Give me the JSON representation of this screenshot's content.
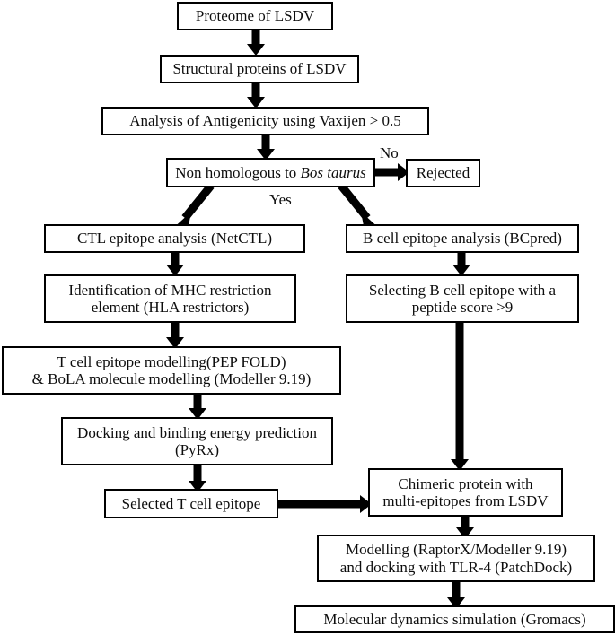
{
  "diagram": {
    "title": "LSDV multi-epitope vaccine design workflow",
    "line_color": "#000000",
    "box_fill": "#ffffff",
    "nodes": [
      {
        "id": "proteome",
        "label": "Proteome of LSDV"
      },
      {
        "id": "structural",
        "label": "Structural proteins  of LSDV"
      },
      {
        "id": "antigenicity",
        "label": "Analysis of Antigenicity using Vaxijen > 0.5"
      },
      {
        "id": "nonhomologous",
        "label_pre": "Non homologous to ",
        "label_italic": "Bos taurus"
      },
      {
        "id": "rejected",
        "label": "Rejected"
      },
      {
        "id": "ctl",
        "label": "CTL epitope analysis (NetCTL)"
      },
      {
        "id": "bcell",
        "label": "B cell epitope analysis (BCpred)"
      },
      {
        "id": "mhc",
        "line1": "Identification of MHC restriction",
        "line2": "element (HLA restrictors)"
      },
      {
        "id": "selectb",
        "line1": "Selecting B cell epitope with a",
        "line2": "peptide score >9"
      },
      {
        "id": "tcellmodel",
        "line1": "T cell epitope modelling(PEP FOLD)",
        "line2": "& BoLA molecule modelling (Modeller 9.19)"
      },
      {
        "id": "docking",
        "line1": "Docking and binding energy prediction",
        "line2": "(PyRx)"
      },
      {
        "id": "selectedt",
        "label": "Selected T cell epitope"
      },
      {
        "id": "chimeric",
        "line1": "Chimeric protein with",
        "line2": "multi-epitopes from LSDV"
      },
      {
        "id": "modelling",
        "line1": "Modelling (RaptorX/Modeller 9.19)",
        "line2": "and docking with TLR-4 (PatchDock)"
      },
      {
        "id": "md",
        "label": "Molecular dynamics simulation (Gromacs)"
      }
    ],
    "edge_labels": [
      {
        "id": "no",
        "label": "No"
      },
      {
        "id": "yes",
        "label": "Yes"
      }
    ]
  }
}
